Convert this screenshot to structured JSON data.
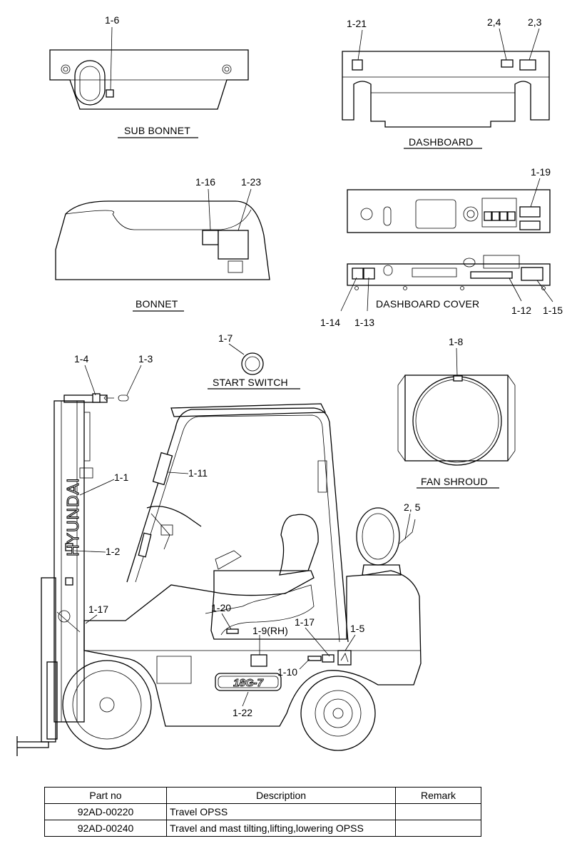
{
  "callouts": {
    "c1_6": "1-6",
    "c1_21": "1-21",
    "c2_4": "2,4",
    "c2_3": "2,3",
    "c1_16": "1-16",
    "c1_23": "1-23",
    "c1_19": "1-19",
    "c1_14": "1-14",
    "c1_13": "1-13",
    "c1_12": "1-12",
    "c1_15": "1-15",
    "c1_7": "1-7",
    "c1_4": "1-4",
    "c1_3": "1-3",
    "c1_8": "1-8",
    "c1_1": "1-1",
    "c1_11": "1-11",
    "c2_5": "2, 5",
    "c1_2": "1-2",
    "c1_17a": "1-17",
    "c1_20": "1-20",
    "c1_9": "1-9(RH)",
    "c1_17b": "1-17",
    "c1_5": "1-5",
    "c1_10": "1-10",
    "c1_22": "1-22"
  },
  "captions": {
    "sub_bonnet": "SUB BONNET",
    "dashboard": "DASHBOARD",
    "bonnet": "BONNET",
    "dashboard_cover": "DASHBOARD COVER",
    "start_switch": "START SWITCH",
    "fan_shroud": "FAN SHROUD"
  },
  "decals": {
    "mast_brand": "HYUNDAI",
    "model_badge": "18G-7"
  },
  "parts_table": {
    "headers": [
      "Part no",
      "Description",
      "Remark"
    ],
    "rows": [
      {
        "part_no": "92AD-00220",
        "description": "Travel OPSS",
        "remark": ""
      },
      {
        "part_no": "92AD-00240",
        "description": "Travel and mast tilting,lifting,lowering OPSS",
        "remark": ""
      }
    ]
  }
}
